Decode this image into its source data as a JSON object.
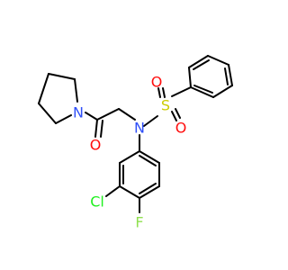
{
  "molecule": {
    "atoms": {
      "n_amide": {
        "symbol": "N",
        "color": "#3050f8"
      },
      "n_sulfonamide": {
        "symbol": "N",
        "color": "#3050f8"
      },
      "s": {
        "symbol": "S",
        "color": "#cccc00"
      },
      "o_carbonyl": {
        "symbol": "O",
        "color": "#ff0d0d"
      },
      "o_s1": {
        "symbol": "O",
        "color": "#ff0d0d"
      },
      "o_s2": {
        "symbol": "O",
        "color": "#ff0d0d"
      },
      "cl": {
        "symbol": "Cl",
        "color": "#1ff01f"
      },
      "f": {
        "symbol": "F",
        "color": "#90e050"
      }
    }
  }
}
